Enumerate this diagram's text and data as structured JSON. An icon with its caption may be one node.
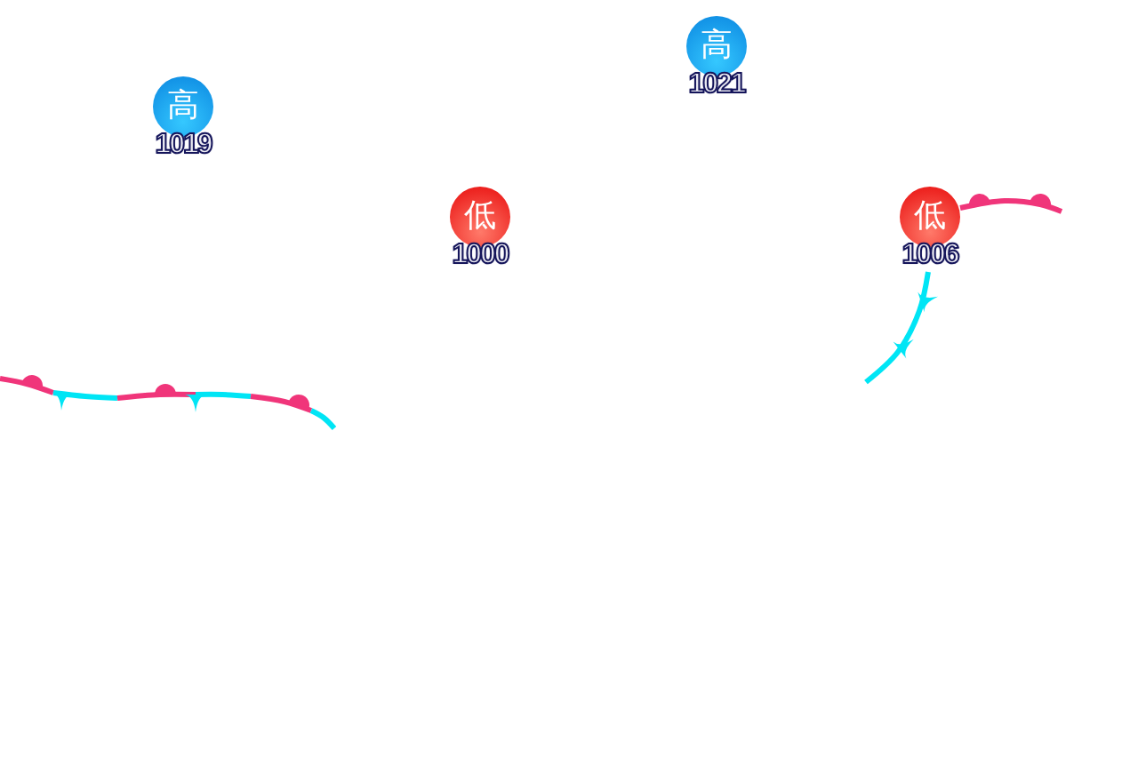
{
  "diagram": {
    "nodes": [
      {
        "text": [
          "高"
        ],
        "beside": [
          "1019"
        ]
      },
      {
        "text": [
          "高"
        ],
        "beside": [
          "1021"
        ]
      },
      {
        "text": [
          "低"
        ],
        "beside": [
          "1000"
        ]
      },
      {
        "text": [
          "低"
        ],
        "beside": [
          "1006"
        ]
      }
    ]
  }
}
